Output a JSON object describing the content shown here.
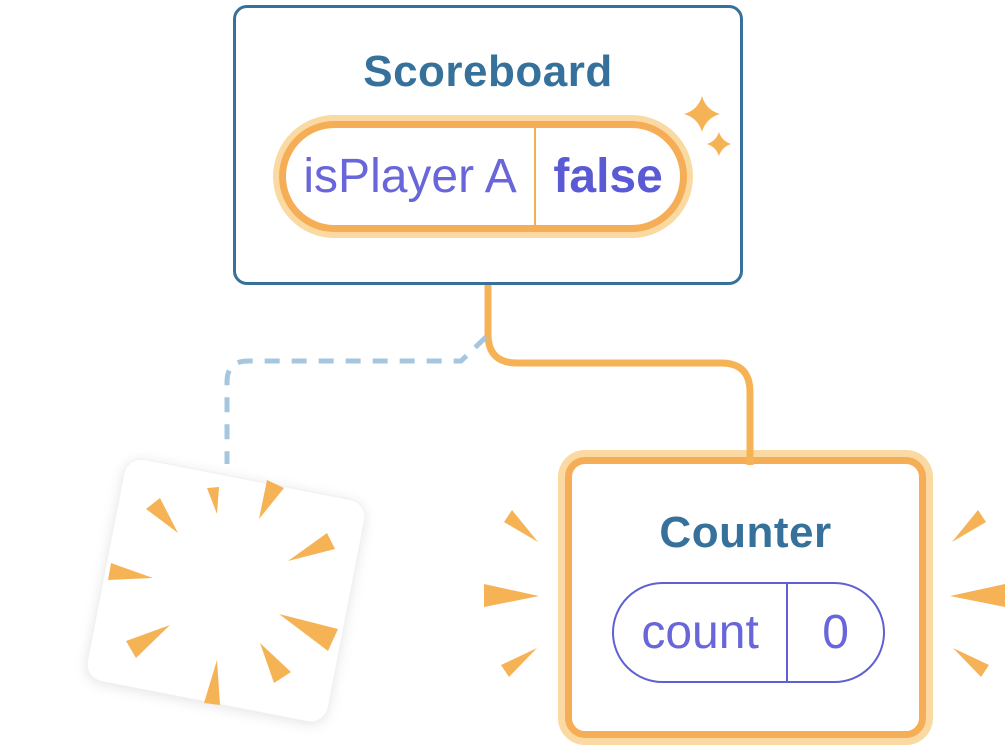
{
  "scoreboard": {
    "title": "Scoreboard",
    "state": {
      "name": "isPlayer A",
      "value": "false"
    }
  },
  "counter": {
    "title": "Counter",
    "state": {
      "name": "count",
      "value": "0"
    }
  },
  "connectors": {
    "kept_branch": "solid-orange-line-to-counter",
    "removed_branch": "dashed-blue-line-to-destroyed-card"
  },
  "icons": {
    "sparkles": "sparkles-icon",
    "burst": "explosion-burst-icon",
    "emphasis": "emphasis-marks-icon"
  },
  "colors": {
    "canvas_bg": "#ffffff",
    "card_bg": "#ffffff",
    "card_border_blue": "#35719B",
    "title_text": "#36719B",
    "orange_strong": "#F5AE55",
    "orange_light": "#FBD9A2",
    "orange_deco": "#F6B356",
    "indigo_text": "#6966DA",
    "indigo_bold": "#5A5AD5",
    "indigo_border": "#6060D5",
    "dashed_line": "#A4C6DE"
  }
}
